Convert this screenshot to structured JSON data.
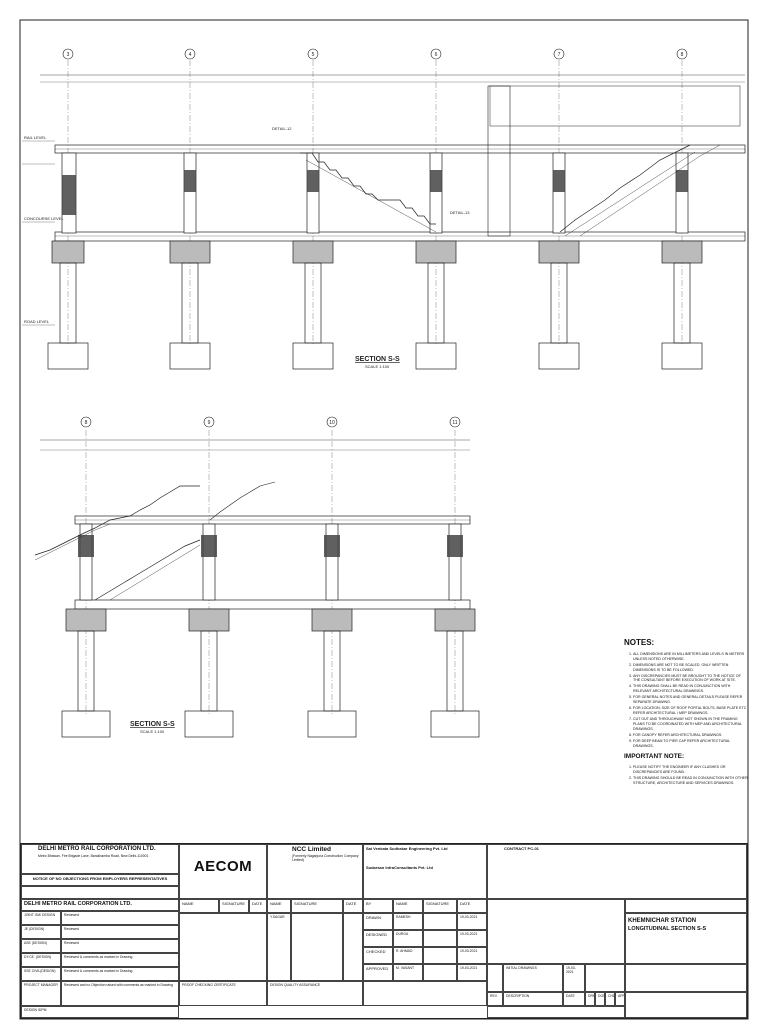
{
  "section_top": {
    "title": "SECTION S-S",
    "scale": "SCALE 1:100"
  },
  "section_bottom": {
    "title": "SECTION S-S",
    "scale": "SCALE 1:100"
  },
  "grid_top": [
    "3",
    "4",
    "5",
    "6",
    "7",
    "8"
  ],
  "grid_bottom": [
    "8",
    "9",
    "10",
    "11"
  ],
  "levels_left": [
    "RAIL LEVEL",
    "CONCOURSE LEVEL",
    "ROAD LEVEL"
  ],
  "labels_top": [
    "DETAIL-12",
    "DETAIL-13"
  ],
  "notes": {
    "heading": "NOTES:",
    "items": [
      "ALL DIMENSIONS ARE IN MILLIMETERS AND LEVELS IN METERS UNLESS NOTED OTHERWISE.",
      "DIMENSIONS ARE NOT TO BE SCALED. ONLY WRITTEN DIMENSIONS IS TO BE FOLLOWED.",
      "ANY DISCREPANCIES MUST BE BROUGHT TO THE NOTICE OF THE CONSULTANT BEFORE EXECUTION OF WORK AT SITE.",
      "THIS DRAWING SHALL BE READ IN CONJUNCTION WITH RELEVANT ARCHITECTURAL DRAWINGS.",
      "FOR GENERAL NOTES AND GENERAL DETAILS PLEASE REFER SEPARATE DRAWING.",
      "FOR LOCATION, SIZE OF ROOF PORTAL BOLTS, BASE PLATE ETC REFER ARCHITECTURAL / MEP DRAWINGS.",
      "CUT OUT AND THROUGHWAY NOT SHOWN IN THE FRAMING PLANS TO BE COORDINATED WITH MEP AND ARCHITECTURAL DRAWINGS.",
      "FOR CANOPY REFER ARCHITECTURAL DRAWINGS.",
      "FOR DEEP BEAM TO PIER CAP REFER ARCHITECTURAL DRAWINGS."
    ],
    "important_heading": "IMPORTANT NOTE:",
    "important_items": [
      "PLEASE NOTIFY THE ENGINEER IF ANY CLASHES OR DISCREPANCIES ARE FOUND.",
      "THIS DRAWING SHOULD BE READ IN CONJUNCTION WITH OTHER STRUCTURE, ARCHITECTURE AND SERVICES DRAWINGS."
    ]
  },
  "title_block": {
    "client_name": "DELHI METRO RAIL CORPORATION LTD.",
    "client_address": "Metro Bhawan, Fire Brigade Lane, Barakhamba Road, New Delhi-110001",
    "notice": "NOTICE OF NO OBJECTIONS FROM EMPLOYERS REPRESENTATIVES",
    "client_name_2": "DELHI METRO RAIL CORPORATION LTD.",
    "review_rows": [
      "Reviewed",
      "Reviewed",
      "Reviewed",
      "Reviewed & comments as marked in Drawing",
      "Reviewed and no Objection raised with comments as marked in Drawing"
    ],
    "review_roles": [
      "JOINT GM/ DESIGN",
      "JE (DESIGN)",
      "ASE (DESIGN)",
      "DY.CE. (DESIGN)",
      "SSE CIVIL(DESIGN)",
      "PROJECT MANAGER",
      "DESIGN IDPM"
    ],
    "consultant": "AECOM",
    "contractor": "NCC Limited",
    "contractor_sub": "(Formerly Nagarjuna Construction Company Limited)",
    "designer": "Sai Venkata Sudhakar Engineering Pvt. Ltd",
    "designer_2": "Sudarsan InfraConsultants Pvt. Ltd",
    "sign_cols": [
      "NAME",
      "SIGNATURE",
      "DATE",
      "BY",
      "NAME",
      "SIGNATURE",
      "DATE"
    ],
    "sign_rows": [
      "DRAWN",
      "DESIGNED",
      "CHECKED",
      "APPROVED"
    ],
    "sign_names": [
      "RAMESH",
      "DURGA",
      "R. AHMAD",
      "M. VASANT"
    ],
    "date": "19-03-2021",
    "quality": "DESIGN QUALITY ASSURANCE",
    "proof": "PROOF CHECKING CERTIFICATE",
    "project": "CONTRACT PC-01",
    "station": "KHEMNICHAR STATION",
    "drawing_title": "LONGITUDINAL SECTION S-S",
    "rev_headers": [
      "REV.",
      "DESCRIPTION",
      "DATE",
      "DRN.",
      "DGN.",
      "CHD.",
      "APP."
    ],
    "rev_row": "INITIAL DRAWINGS",
    "initials": "Y.SAGAR"
  }
}
